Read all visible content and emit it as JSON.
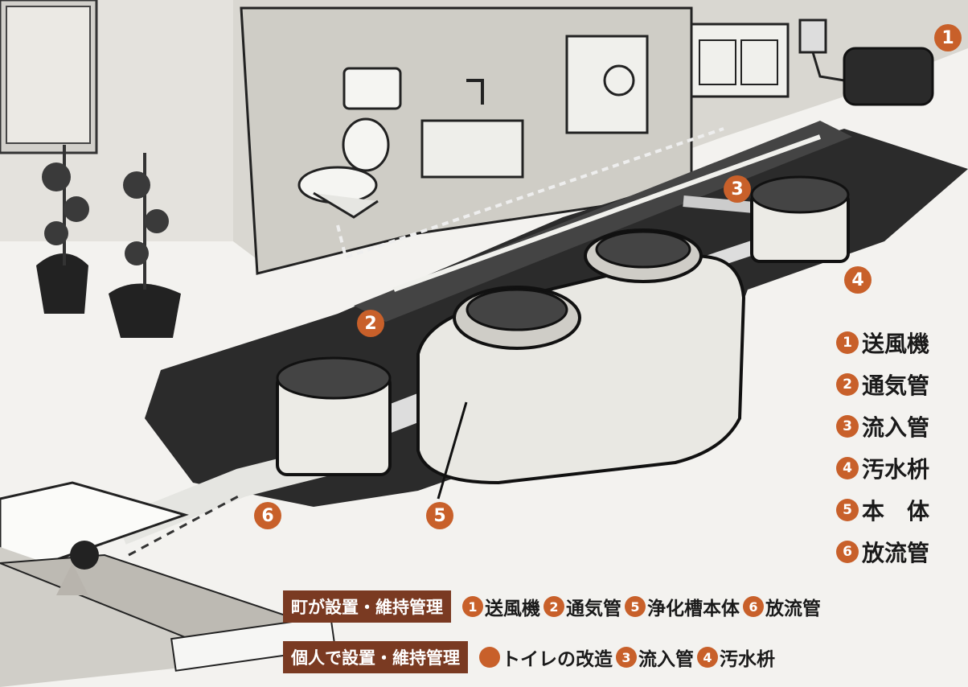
{
  "markers": {
    "m1": "1",
    "m2": "2",
    "m3": "3",
    "m4": "4",
    "m5": "5",
    "m6": "6"
  },
  "legend": [
    {
      "num": "1",
      "text": "送風機"
    },
    {
      "num": "2",
      "text": "通気管"
    },
    {
      "num": "3",
      "text": "流入管"
    },
    {
      "num": "4",
      "text": "汚水枡"
    },
    {
      "num": "5",
      "text": "本　体"
    },
    {
      "num": "6",
      "text": "放流管"
    }
  ],
  "town": {
    "label": "町が設置・維持管理",
    "items": [
      {
        "num": "1",
        "text": "送風機"
      },
      {
        "num": "2",
        "text": "通気管"
      },
      {
        "num": "5",
        "text": "浄化槽本体"
      },
      {
        "num": "6",
        "text": "放流管"
      }
    ]
  },
  "individual": {
    "label": "個人で設置・維持管理",
    "items": [
      {
        "num": "",
        "text": "トイレの改造"
      },
      {
        "num": "3",
        "text": "流入管"
      },
      {
        "num": "4",
        "text": "汚水枡"
      }
    ]
  },
  "colors": {
    "marker": "#c8602a",
    "label_bg": "#7a3a22"
  }
}
